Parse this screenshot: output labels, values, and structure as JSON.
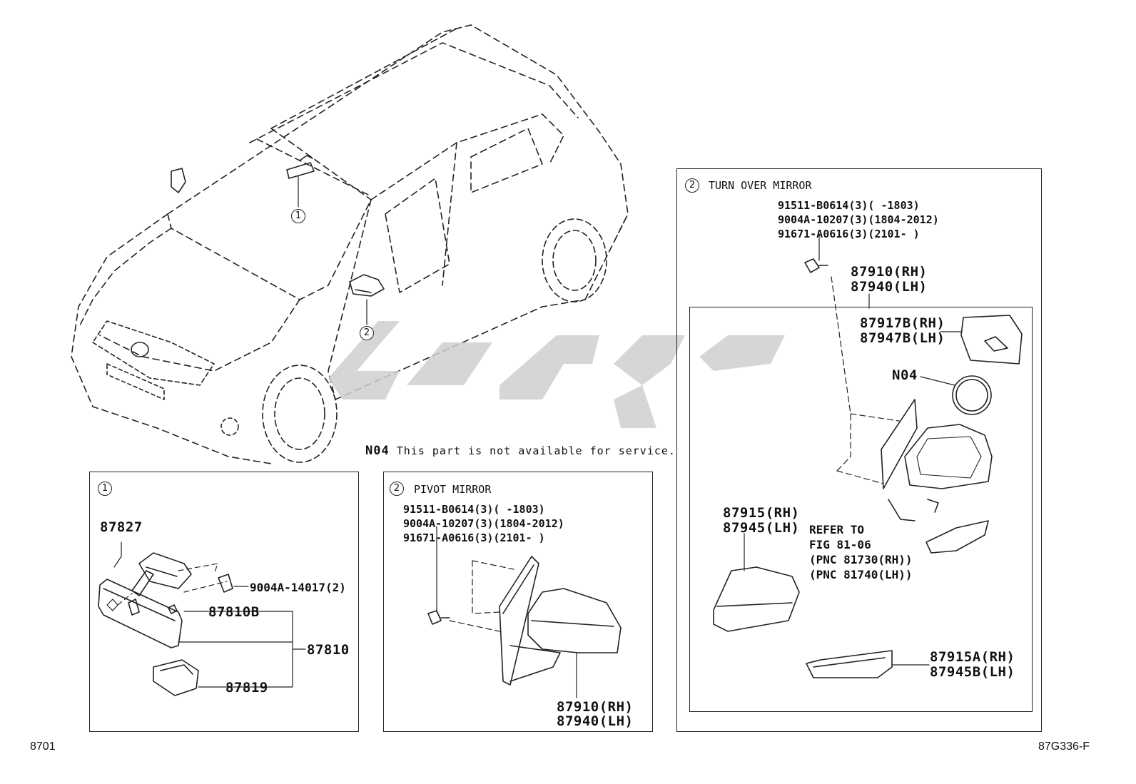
{
  "callouts": {
    "c1": "1",
    "c2": "2"
  },
  "note": {
    "code": "N04",
    "text": "This part is not available for service."
  },
  "panel1": {
    "label_87827": "87827",
    "label_9004a": "9004A-14017(2)",
    "label_87810b": "87810B",
    "label_87810": "87810",
    "label_87819": "87819"
  },
  "panel2": {
    "title": "PIVOT MIRROR",
    "bolt_line1": "91511-B0614(3)(     -1803)",
    "bolt_line2": "9004A-10207(3)(1804-2012)",
    "bolt_line3": "91671-A0616(3)(2101-     )",
    "assy_rh": "87910(RH)",
    "assy_lh": "87940(LH)"
  },
  "panel3": {
    "title": "TURN OVER MIRROR",
    "bolt_line1": "91511-B0614(3)(     -1803)",
    "bolt_line2": "9004A-10207(3)(1804-2012)",
    "bolt_line3": "91671-A0616(3)(2101-     )",
    "assy_rh": "87910(RH)",
    "assy_lh": "87940(LH)",
    "glass_rh": "87917B(RH)",
    "glass_lh": "87947B(LH)",
    "n04": "N04",
    "cover_rh": "87915(RH)",
    "cover_lh": "87945(LH)",
    "refer1": "REFER TO",
    "refer2": "FIG 81-06",
    "refer3": "(PNC 81730(RH))",
    "refer4": "(PNC 81740(LH))",
    "trim_rh": "87915A(RH)",
    "trim_lh": "87945B(LH)"
  },
  "footer": {
    "left": "8701",
    "right": "87G336-F"
  }
}
